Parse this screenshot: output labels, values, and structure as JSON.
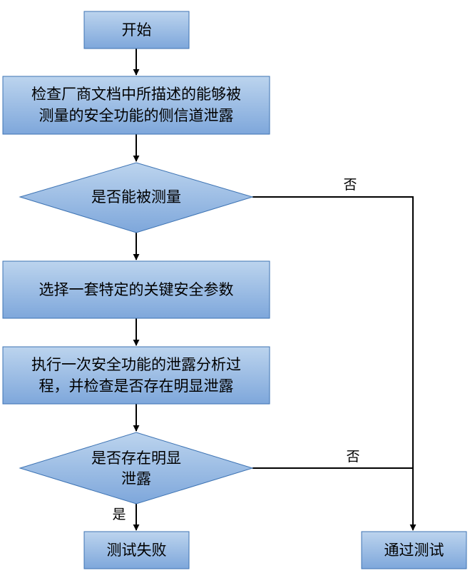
{
  "colors": {
    "node_top": "#bcd4ee",
    "node_bottom": "#7ea7db",
    "node_border": "#3d73b3",
    "arrow": "#000000"
  },
  "nodes": {
    "start": "开始",
    "check_line1": "检查厂商文档中所描述的能够被",
    "check_line2": "测量的安全功能的侧信道泄露",
    "decision1": "是否能被测量",
    "select": "选择一套特定的关键安全参数",
    "analyze_line1": "执行一次安全功能的泄露分析过",
    "analyze_line2": "程，并检查是否存在明显泄露",
    "decision2_line1": "是否存在明显",
    "decision2_line2": "泄露",
    "fail": "测试失败",
    "pass": "通过测试"
  },
  "edge_labels": {
    "decision1_no": "否",
    "decision2_no": "否",
    "decision2_yes": "是"
  }
}
